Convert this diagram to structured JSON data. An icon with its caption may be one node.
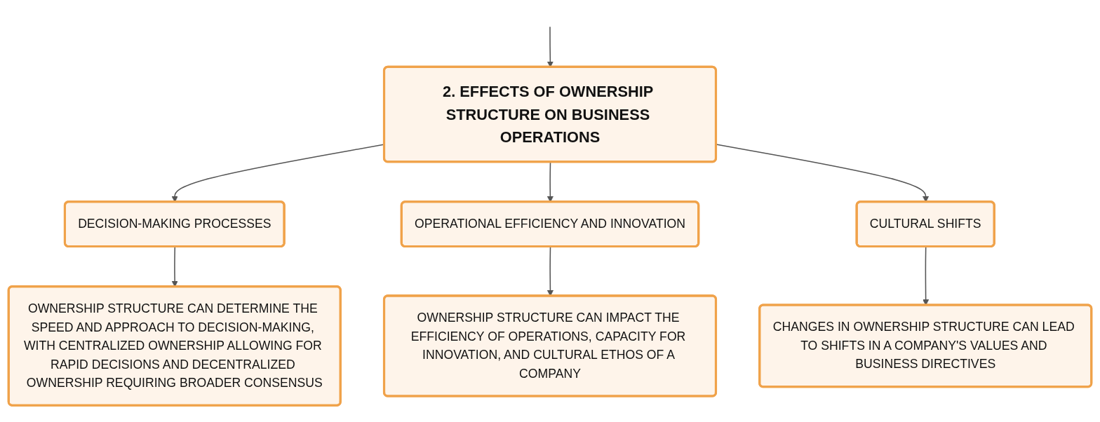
{
  "diagram": {
    "nodes": [
      {
        "text": [
          "2. EFFECTS OF OWNERSHIP STRUCTURE ON BUSINESS OPERATIONS"
        ]
      },
      {
        "text": [
          "DECISION-MAKING PROCESSES"
        ]
      },
      {
        "text": [
          "OPERATIONAL EFFICIENCY AND INNOVATION"
        ]
      },
      {
        "text": [
          "CULTURAL SHIFTS"
        ]
      },
      {
        "text": [
          "OWNERSHIP STRUCTURE CAN DETERMINE THE SPEED AND APPROACH TO DECISION-MAKING, WITH CENTRALIZED OWNERSHIP ALLOWING FOR RAPID DECISIONS AND DECENTRALIZED OWNERSHIP REQUIRING BROADER CONSENSUS"
        ]
      },
      {
        "text": [
          "OWNERSHIP STRUCTURE CAN IMPACT THE EFFICIENCY OF OPERATIONS, CAPACITY FOR INNOVATION, AND CULTURAL ETHOS OF A COMPANY"
        ]
      },
      {
        "text": [
          "CHANGES IN OWNERSHIP STRUCTURE CAN LEAD TO SHIFTS IN A COMPANY'S VALUES AND BUSINESS DIRECTIVES"
        ]
      }
    ],
    "edges": [
      {
        "from": null,
        "to": 0,
        "arrow": "to"
      },
      {
        "from": 0,
        "to": 1,
        "arrow": "to"
      },
      {
        "from": 0,
        "to": 2,
        "arrow": "to"
      },
      {
        "from": 0,
        "to": 3,
        "arrow": "to"
      },
      {
        "from": 1,
        "to": 4,
        "arrow": "to"
      },
      {
        "from": 2,
        "to": 5,
        "arrow": "to"
      },
      {
        "from": 3,
        "to": 6,
        "arrow": "to"
      }
    ]
  }
}
